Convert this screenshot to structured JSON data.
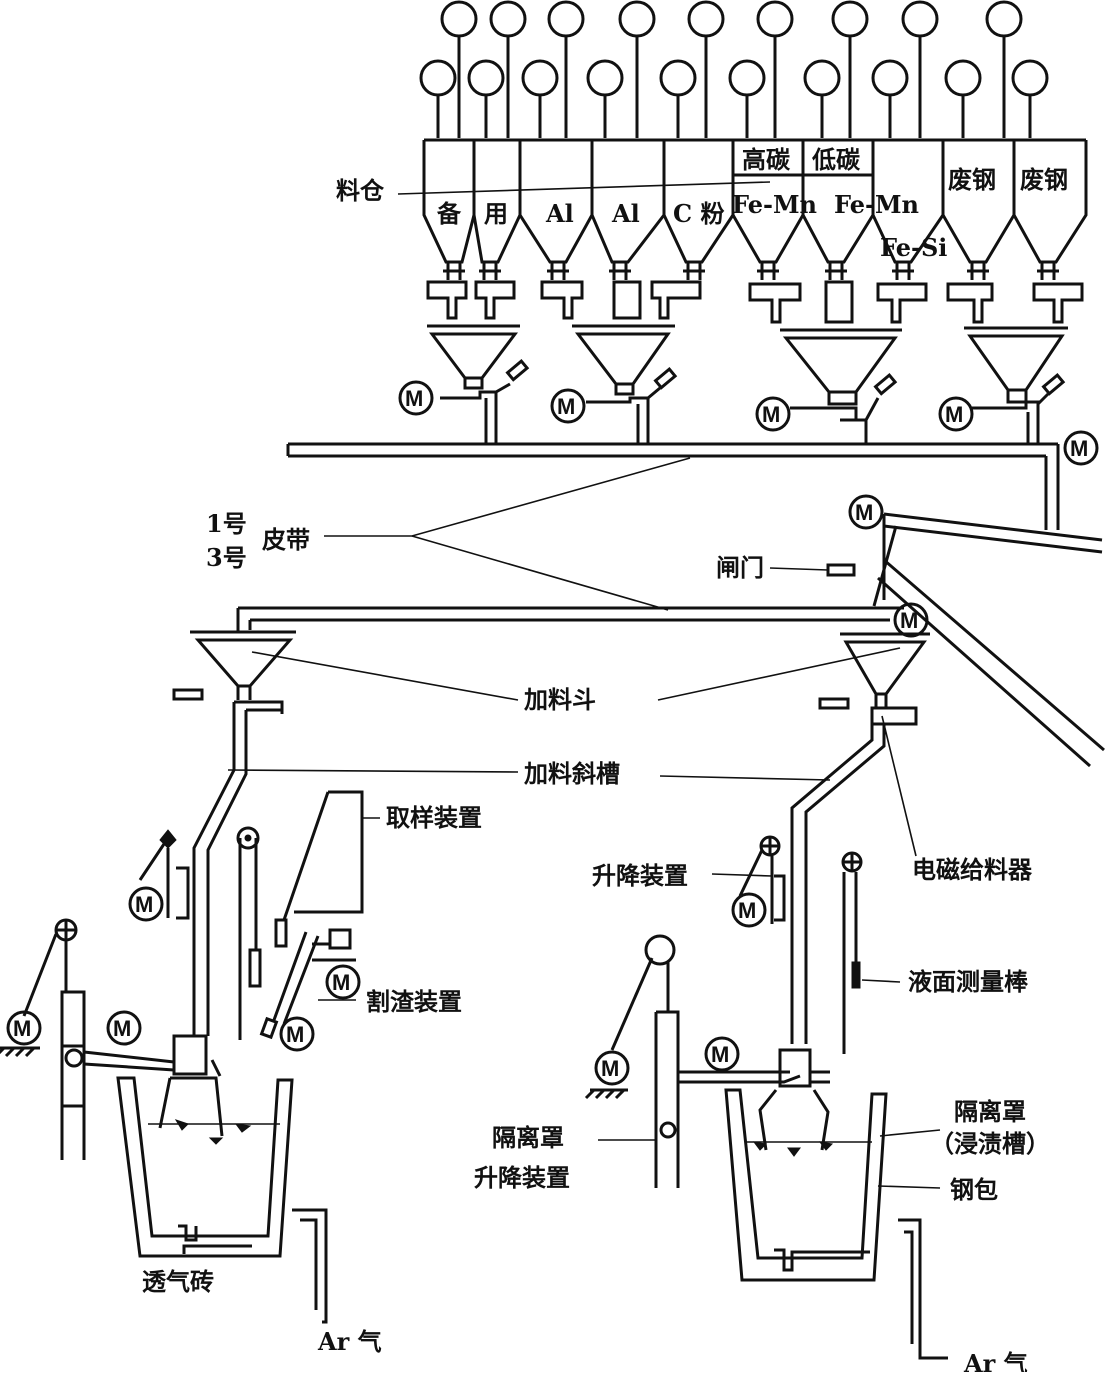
{
  "labels": {
    "bin": "料仓",
    "belt_no1": "1号",
    "belt_no3": "3号",
    "belt": "皮带",
    "gate": "闸门",
    "hopper": "加料斗",
    "chute": "加料斜槽",
    "sampler": "取样装置",
    "lift": "升降装置",
    "em_feeder": "电磁给料器",
    "slag_cutter": "割渣装置",
    "level_rod": "液面测量棒",
    "cover": "隔离罩",
    "cover_sub": "（浸渍槽）",
    "cover_lift_1": "隔离罩",
    "cover_lift_2": "升降装置",
    "ladle": "钢包",
    "porous_plug": "透气砖",
    "argon_left": "Ar 气",
    "argon_right": "Ar 气"
  },
  "bins": {
    "b1": "备",
    "b2": "用",
    "b3": "Al",
    "b4": "Al",
    "b5": "C 粉",
    "b6_top": "高碳",
    "b6_bot": "Fe-Mn",
    "b7_top": "低碳",
    "b7_bot": "Fe-Mn",
    "fesi": "Fe-Si",
    "b9": "废钢",
    "b10": "废钢"
  },
  "motor_symbol": "M"
}
